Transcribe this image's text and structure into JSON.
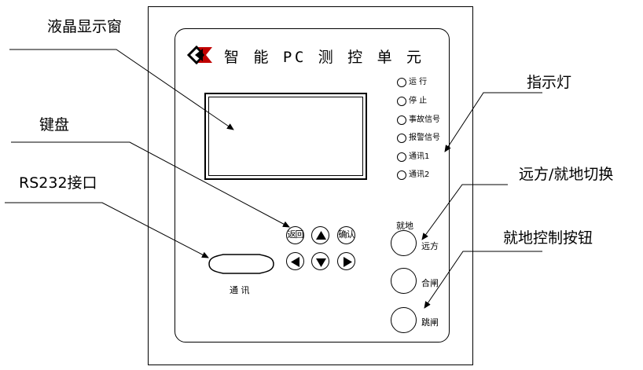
{
  "device": {
    "title": "智 能 PC 测 控 单 元",
    "logo_icon": "diamond-logo-icon",
    "indicators": [
      "运 行",
      "停 止",
      "事故信号",
      "报警信号",
      "通讯1",
      "通讯2"
    ],
    "keys": {
      "return": "返回",
      "confirm": "确认",
      "up_icon": "arrow-up-icon",
      "down_icon": "arrow-down-icon",
      "left_icon": "arrow-left-icon",
      "right_icon": "arrow-right-icon"
    },
    "port_label": "通 讯",
    "switch_label": "就地",
    "remote_label": "远方",
    "close_label": "合闸",
    "trip_label": "跳闸"
  },
  "callouts": {
    "lcd": "液晶显示窗",
    "keyboard": "键盘",
    "rs232": "RS232接口",
    "indicator": "指示灯",
    "switch": "远方/就地切换",
    "buttons": "就地控制按钮"
  },
  "colors": {
    "line": "#000000",
    "background": "#ffffff",
    "logo_accent": "#c00000"
  }
}
